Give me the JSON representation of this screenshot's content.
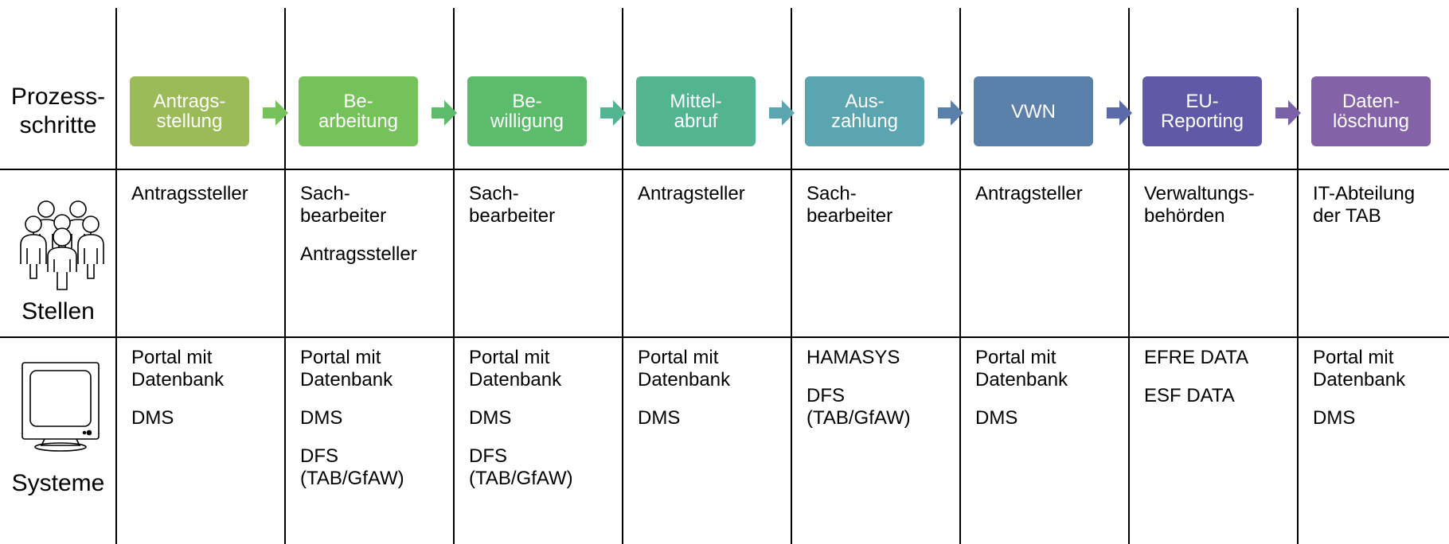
{
  "rows": {
    "prozess": "Prozess-\nschritte",
    "stellen": "Stellen",
    "systeme": "Systeme"
  },
  "icons": [
    "people-group-icon",
    "monitor-icon"
  ],
  "steps": [
    {
      "label": "Antrags-\nstellung",
      "color": "#9bbb59"
    },
    {
      "label": "Be-\narbeitung",
      "color": "#76c25a"
    },
    {
      "label": "Be-\nwilligung",
      "color": "#5dbb6c"
    },
    {
      "label": "Mittel-\nabruf",
      "color": "#52b490"
    },
    {
      "label": "Aus-\nzahlung",
      "color": "#5aa5b0"
    },
    {
      "label": "VWN",
      "color": "#5b80aa"
    },
    {
      "label": "EU-\nReporting",
      "color": "#5e5aa8"
    },
    {
      "label": "Daten-\nlöschung",
      "color": "#8462a8"
    }
  ],
  "arrow_colors": [
    "#76c25a",
    "#5dbb6c",
    "#52b490",
    "#5aa5b0",
    "#5b80aa",
    "#5b6aa8",
    "#7a62a8"
  ],
  "stellen": [
    [
      "Antragssteller"
    ],
    [
      "Sach-\nbearbeiter",
      "Antragssteller"
    ],
    [
      "Sach-\nbearbeiter"
    ],
    [
      "Antragsteller"
    ],
    [
      "Sach-\nbearbeiter"
    ],
    [
      "Antragsteller"
    ],
    [
      "Verwaltungs-\nbehörden"
    ],
    [
      "IT-Abteilung\nder TAB"
    ]
  ],
  "systeme": [
    [
      "Portal mit\nDatenbank",
      "DMS"
    ],
    [
      "Portal mit\nDatenbank",
      "DMS",
      "DFS\n(TAB/GfAW)"
    ],
    [
      "Portal mit\nDatenbank",
      "DMS",
      "DFS\n(TAB/GfAW)"
    ],
    [
      "Portal mit\nDatenbank",
      "DMS"
    ],
    [
      "HAMASYS",
      "DFS\n(TAB/GfAW)"
    ],
    [
      "Portal mit\nDatenbank",
      "DMS"
    ],
    [
      "EFRE DATA",
      "ESF DATA"
    ],
    [
      "Portal mit\nDatenbank",
      "DMS"
    ]
  ]
}
